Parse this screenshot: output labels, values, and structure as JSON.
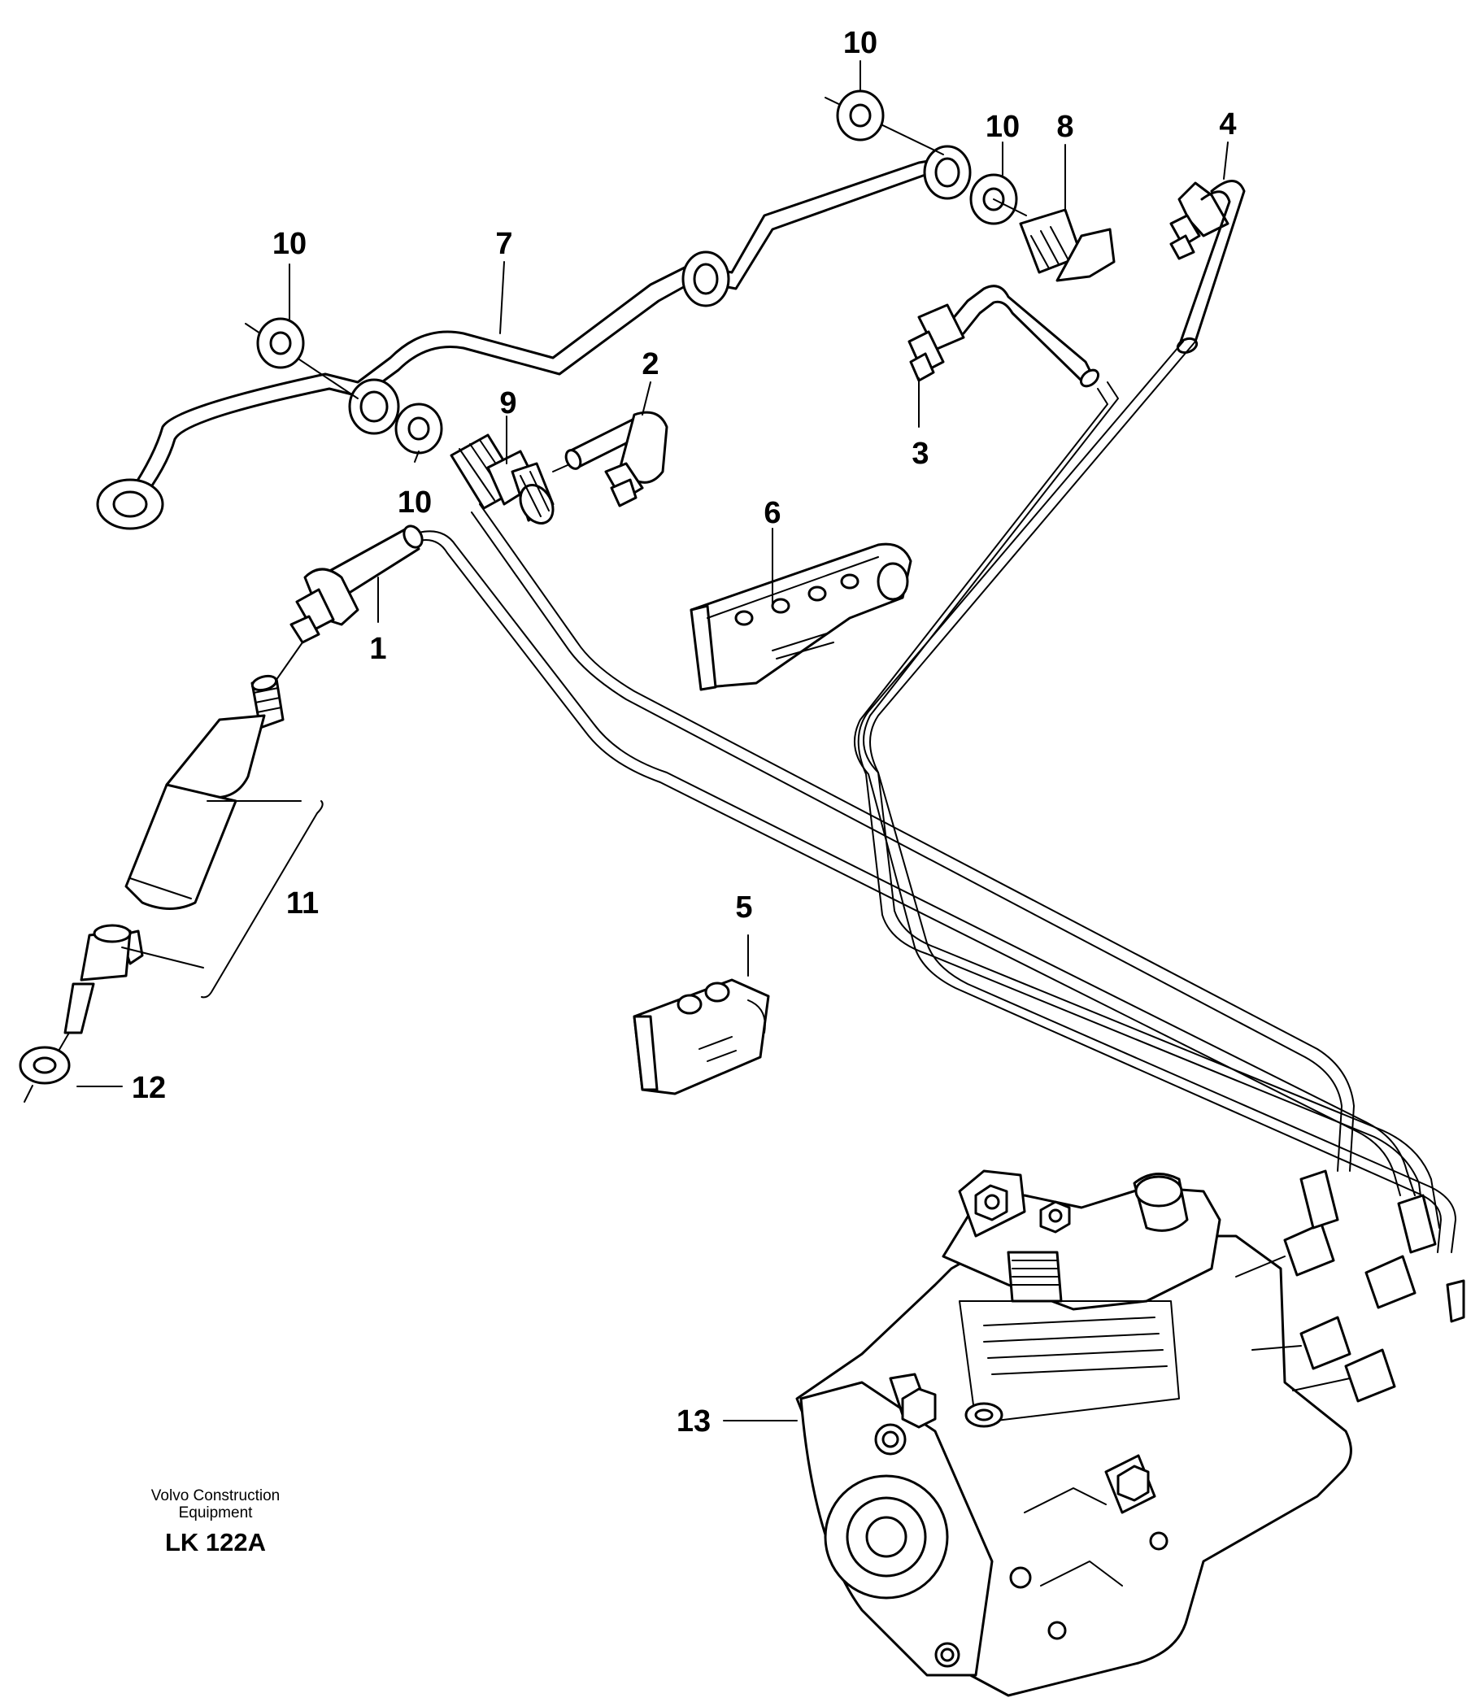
{
  "diagram": {
    "callouts": [
      "1",
      "2",
      "3",
      "4",
      "5",
      "6",
      "7",
      "8",
      "9",
      "10",
      "10",
      "10",
      "10",
      "11",
      "12",
      "13"
    ],
    "footer": {
      "company_line1": "Volvo Construction",
      "company_line2": "Equipment",
      "code": "LK 122A"
    }
  }
}
